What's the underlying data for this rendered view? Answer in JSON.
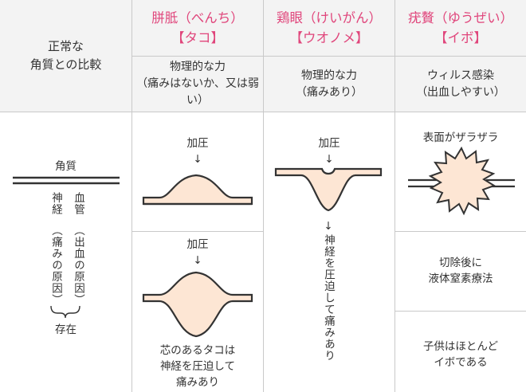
{
  "colors": {
    "accent": "#e0457b",
    "header_bg": "#f3f3f3",
    "grid": "#c9c9c9",
    "skin": "#fde6d4",
    "line": "#333333"
  },
  "column0": {
    "header": [
      "正常な",
      "角質との比較"
    ],
    "horny_layer_label": "角質",
    "nerve_label": "神経",
    "nerve_note": "（痛みの原因）",
    "blood_label": "血管",
    "blood_note": "（出血の原因）",
    "exist_label": "存在"
  },
  "column1": {
    "title": [
      "胼胝（べんち）",
      "【タコ】"
    ],
    "cause": [
      "物理的な力",
      "（痛みはないか、又は弱い）"
    ],
    "press_top": "加圧",
    "press_bottom": "加圧",
    "arrow": "↓",
    "note": [
      "芯のあるタコは",
      "神経を圧迫して",
      "痛みあり"
    ]
  },
  "column2": {
    "title": [
      "鶏眼（けいがん）",
      "【ウオノメ】"
    ],
    "cause": [
      "物理的な力",
      "（痛みあり）"
    ],
    "press": "加圧",
    "arrow": "↓",
    "note_arrow": "↓",
    "note": "神経を圧迫して痛みあり"
  },
  "column3": {
    "title": [
      "疣贅（ゆうぜい）",
      "【イボ】"
    ],
    "cause": [
      "ウィルス感染",
      "（出血しやすい）"
    ],
    "surface": "表面がザラザラ",
    "treatment": [
      "切除後に",
      "液体窒素療法"
    ],
    "children": [
      "子供はほとんど",
      "イボである"
    ]
  }
}
